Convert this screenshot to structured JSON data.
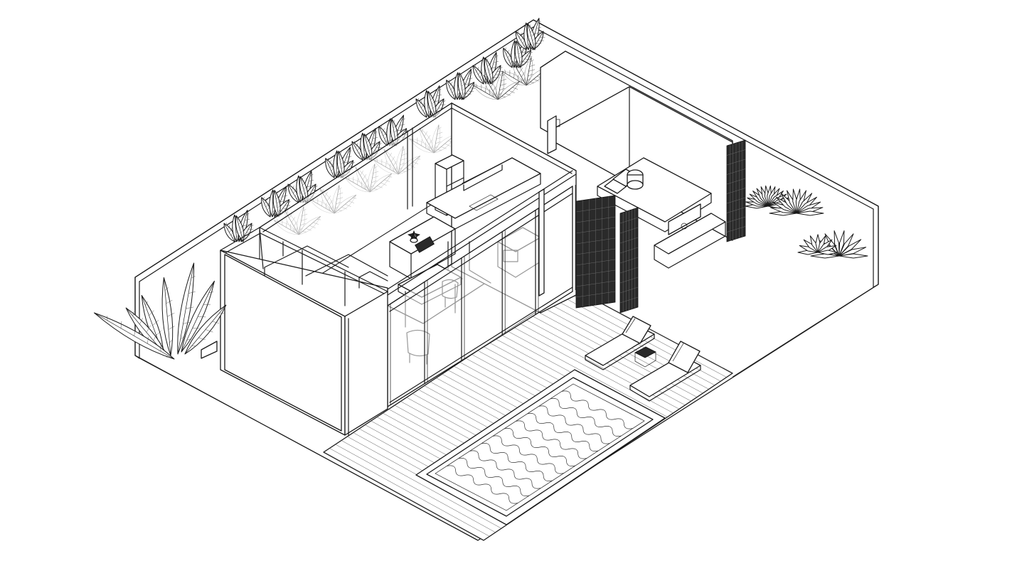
{
  "drawing": {
    "style": "isometric line drawing",
    "line_color": "#1a1a1a",
    "background": "#ffffff"
  },
  "elements": [
    "perimeter-wall",
    "banana-plants",
    "entry-block",
    "kitchen",
    "dining-area",
    "sliding-glass-doors",
    "bedroom",
    "folding-screens",
    "deck",
    "pool",
    "sun-loungers",
    "tropical-plants"
  ]
}
